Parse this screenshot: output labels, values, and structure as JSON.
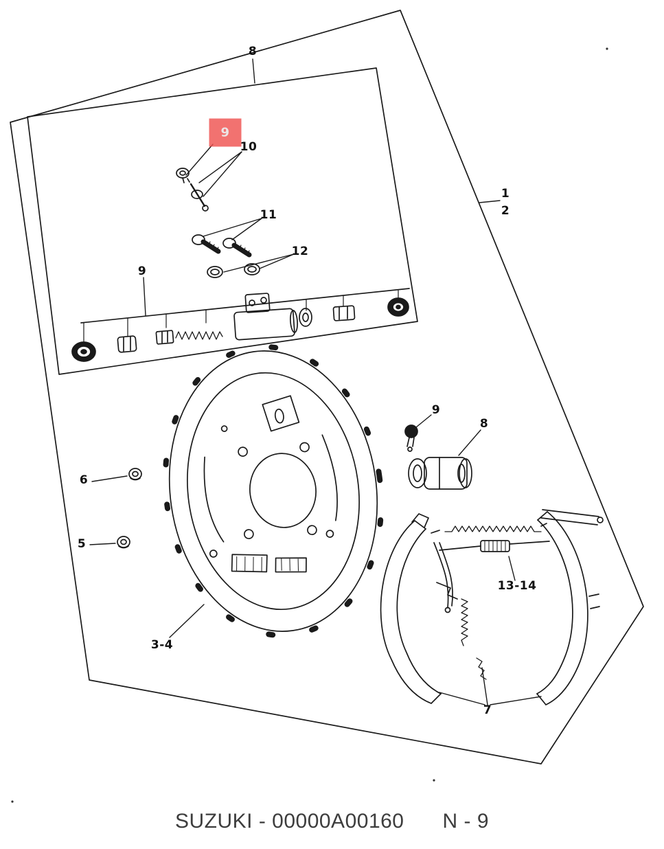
{
  "colors": {
    "ink": "#1a1a1a",
    "highlight": "#ef5350",
    "caption_text": "#3d3d3d",
    "background": "#ffffff"
  },
  "caption": {
    "text": "SUZUKI - 00000A00160",
    "page_ref": "N - 9"
  },
  "highlight": {
    "label": "9",
    "note": "red highlight box marking selected callout 9"
  },
  "callouts": [
    {
      "id": "8-top",
      "label": "8"
    },
    {
      "id": "1",
      "label": "1"
    },
    {
      "id": "2",
      "label": "2"
    },
    {
      "id": "9-highlighted",
      "label": "9",
      "highlighted": true
    },
    {
      "id": "10",
      "label": "10"
    },
    {
      "id": "11",
      "label": "11"
    },
    {
      "id": "12",
      "label": "12"
    },
    {
      "id": "9-cylinder-kit",
      "label": "9"
    },
    {
      "id": "6",
      "label": "6"
    },
    {
      "id": "5",
      "label": "5"
    },
    {
      "id": "9-bleeder",
      "label": "9"
    },
    {
      "id": "8-wheel-cylinder",
      "label": "8"
    },
    {
      "id": "3-4",
      "label": "3-4"
    },
    {
      "id": "13-14",
      "label": "13-14"
    },
    {
      "id": "7",
      "label": "7"
    }
  ]
}
